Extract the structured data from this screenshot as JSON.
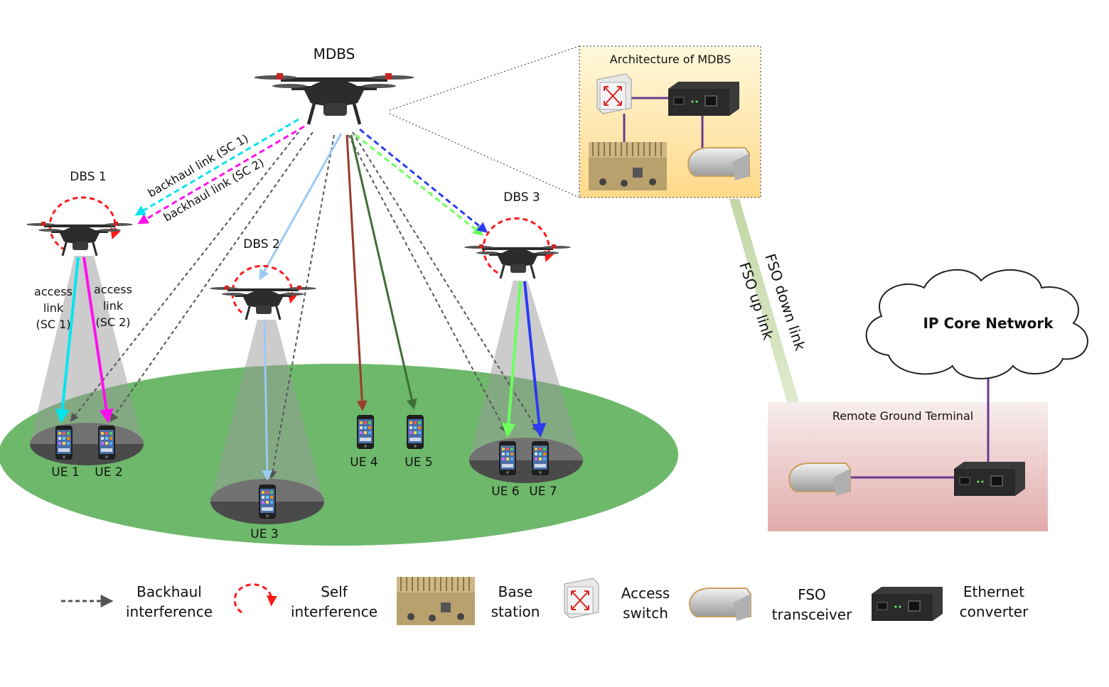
{
  "mdbs": {
    "label": "MDBS"
  },
  "architecture": {
    "title": "Architecture of MDBS"
  },
  "dbs": [
    "DBS 1",
    "DBS 2",
    "DBS 3"
  ],
  "links": {
    "backhaul_sc1": "backhaul link (SC 1)",
    "backhaul_sc2": "backhaul link (SC 2)",
    "access_sc1": [
      "access",
      "link",
      "(SC 1)"
    ],
    "access_sc2": [
      "access",
      "link",
      "(SC 2)"
    ],
    "fso_down": "FSO down link",
    "fso_up": "FSO up link"
  },
  "ues": [
    "UE 1",
    "UE 2",
    "UE 3",
    "UE 4",
    "UE 5",
    "UE 6",
    "UE 7"
  ],
  "core_network": "IP Core Network",
  "ground_terminal": "Remote Ground Terminal",
  "legend": [
    {
      "icon": "backhaul-interference-icon",
      "lines": [
        "Backhaul",
        "interference"
      ]
    },
    {
      "icon": "self-interference-icon",
      "lines": [
        "Self",
        "interference"
      ]
    },
    {
      "icon": "base-station-icon",
      "lines": [
        "Base",
        "station"
      ]
    },
    {
      "icon": "access-switch-icon",
      "lines": [
        "Access",
        "switch"
      ]
    },
    {
      "icon": "fso-transceiver-icon",
      "lines": [
        "FSO",
        "transceiver"
      ]
    },
    {
      "icon": "ethernet-converter-icon",
      "lines": [
        "Ethernet",
        "converter"
      ]
    }
  ],
  "colors": {
    "ground": "#6db86b",
    "cyan": "#00e5f0",
    "magenta": "#ff10ee",
    "light_blue": "#9ccaf5",
    "brown": "#9a3b2c",
    "dark_green": "#3f6e36",
    "green": "#6cff5e",
    "blue": "#2d3cf0",
    "purple": "#6a3a8e",
    "self_interference": "#ff1a1a",
    "interference": "#555555"
  }
}
